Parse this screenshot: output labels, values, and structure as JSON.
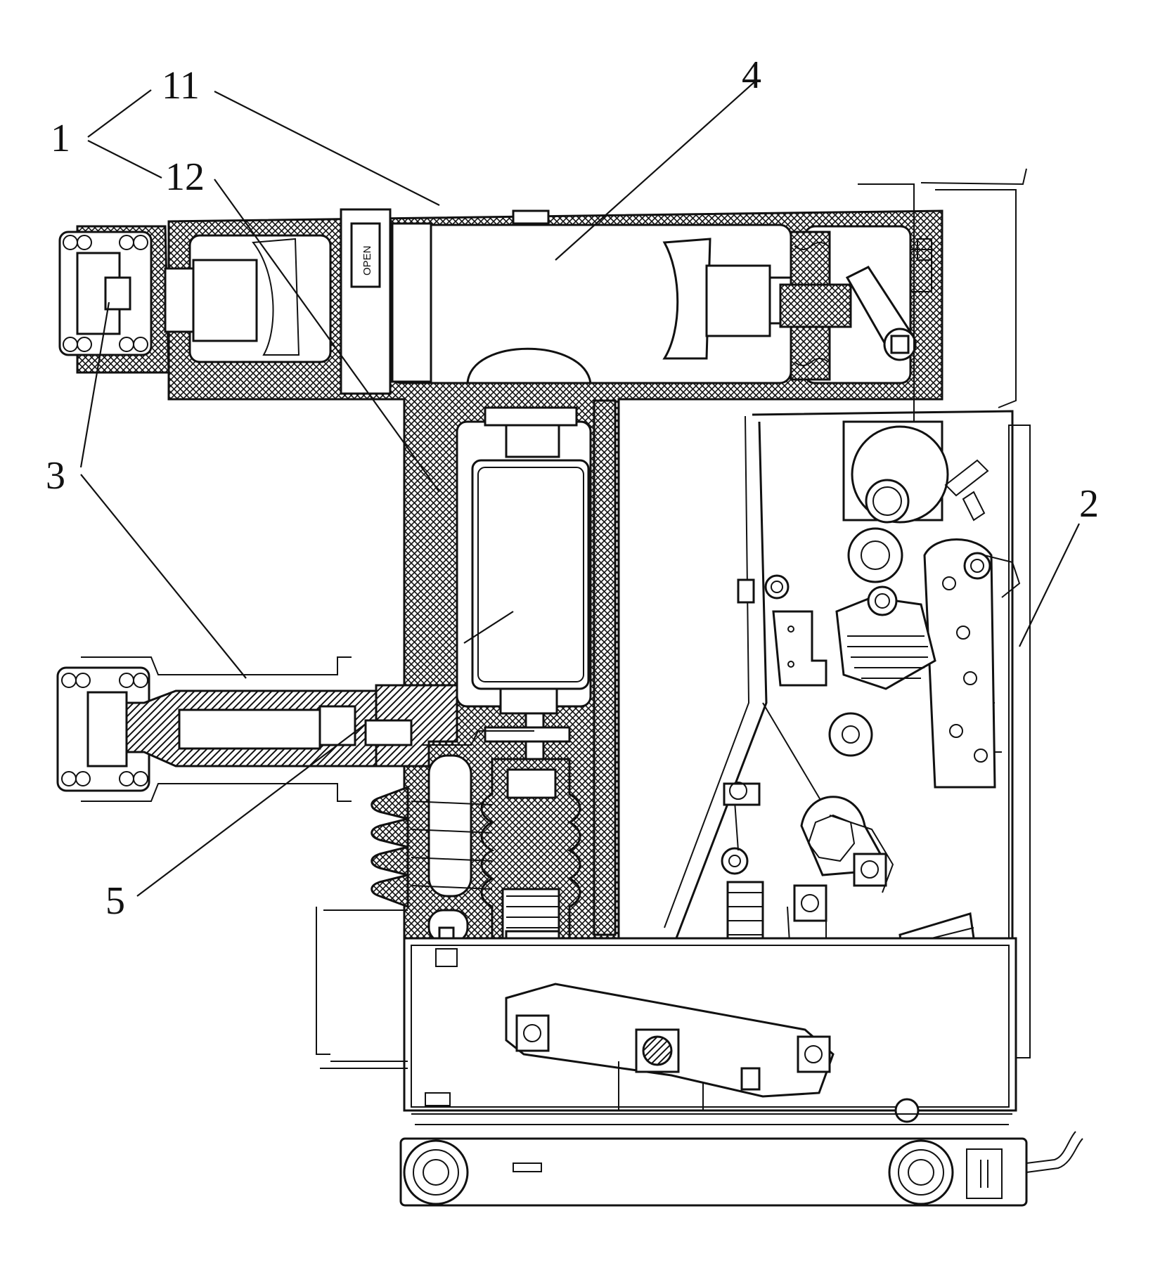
{
  "figure": {
    "reference_labels": [
      {
        "id": "label-1",
        "text": "1"
      },
      {
        "id": "label-11",
        "text": "11"
      },
      {
        "id": "label-12",
        "text": "12"
      },
      {
        "id": "label-2",
        "text": "2"
      },
      {
        "id": "label-3",
        "text": "3"
      },
      {
        "id": "label-4",
        "text": "4"
      },
      {
        "id": "label-5",
        "text": "5"
      }
    ],
    "indicator_text": "OPEN",
    "colors": {
      "line": "#111111",
      "background": "#ffffff"
    }
  }
}
